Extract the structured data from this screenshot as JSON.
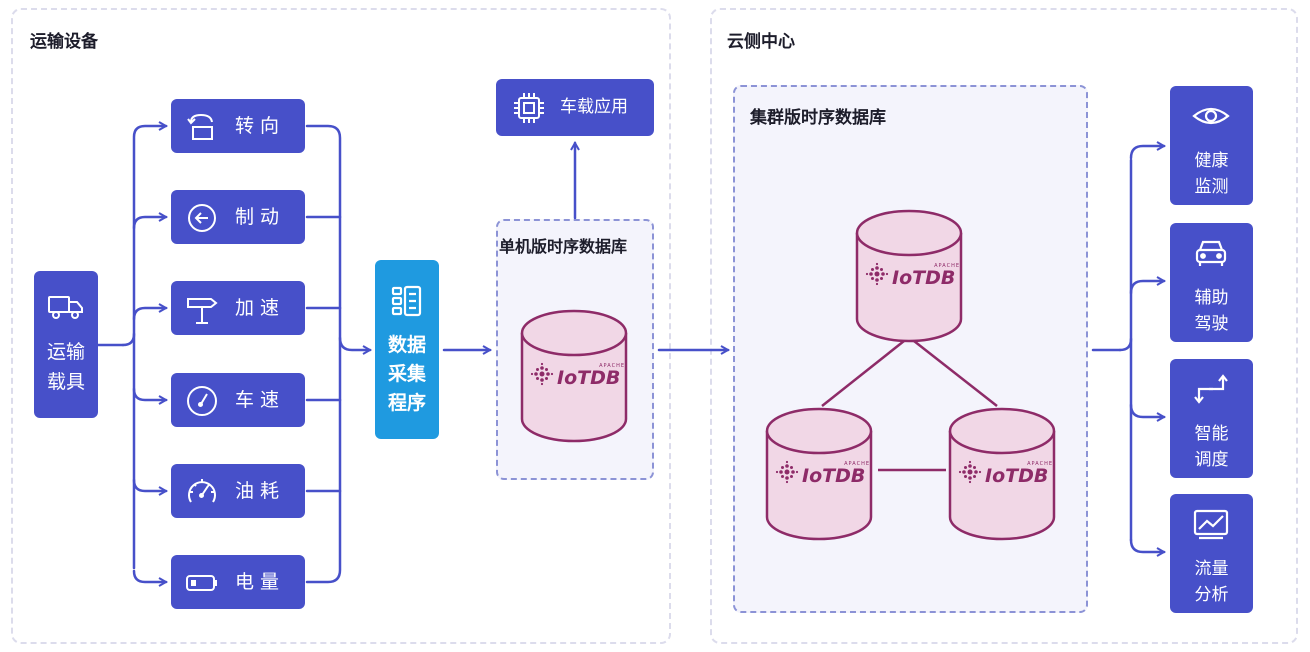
{
  "regions": {
    "left_title": "运输设备",
    "right_title": "云侧中心"
  },
  "vehicle": {
    "line1": "运输",
    "line2": "载具"
  },
  "sensors": [
    {
      "label": "转向",
      "icon": "steering-turn-icon"
    },
    {
      "label": "制动",
      "icon": "brake-arrow-icon"
    },
    {
      "label": "加速",
      "icon": "signpost-icon"
    },
    {
      "label": "车速",
      "icon": "speed-gauge-icon"
    },
    {
      "label": "油耗",
      "icon": "fuel-gauge-icon"
    },
    {
      "label": "电量",
      "icon": "battery-icon"
    }
  ],
  "collector": {
    "line1": "数据",
    "line2": "采集",
    "line3": "程序"
  },
  "vehicle_app": {
    "label": "车载应用"
  },
  "edge_db": {
    "title": "单机版时序数据库"
  },
  "cluster_db": {
    "title": "集群版时序数据库"
  },
  "iotdb_logo": {
    "brand": "IoTDB",
    "super": "APACHE"
  },
  "targets": [
    {
      "line1": "健康",
      "line2": "监测",
      "icon": "eye-icon"
    },
    {
      "line1": "辅助",
      "line2": "驾驶",
      "icon": "car-icon"
    },
    {
      "line1": "智能",
      "line2": "调度",
      "icon": "route-arrows-icon"
    },
    {
      "line1": "流量",
      "line2": "分析",
      "icon": "chart-icon"
    }
  ],
  "colors": {
    "primary": "#4750c9",
    "collector": "#1f9ae0",
    "db_fill": "#f1d7e6",
    "db_stroke": "#8e2b68",
    "line": "#4750c9"
  }
}
